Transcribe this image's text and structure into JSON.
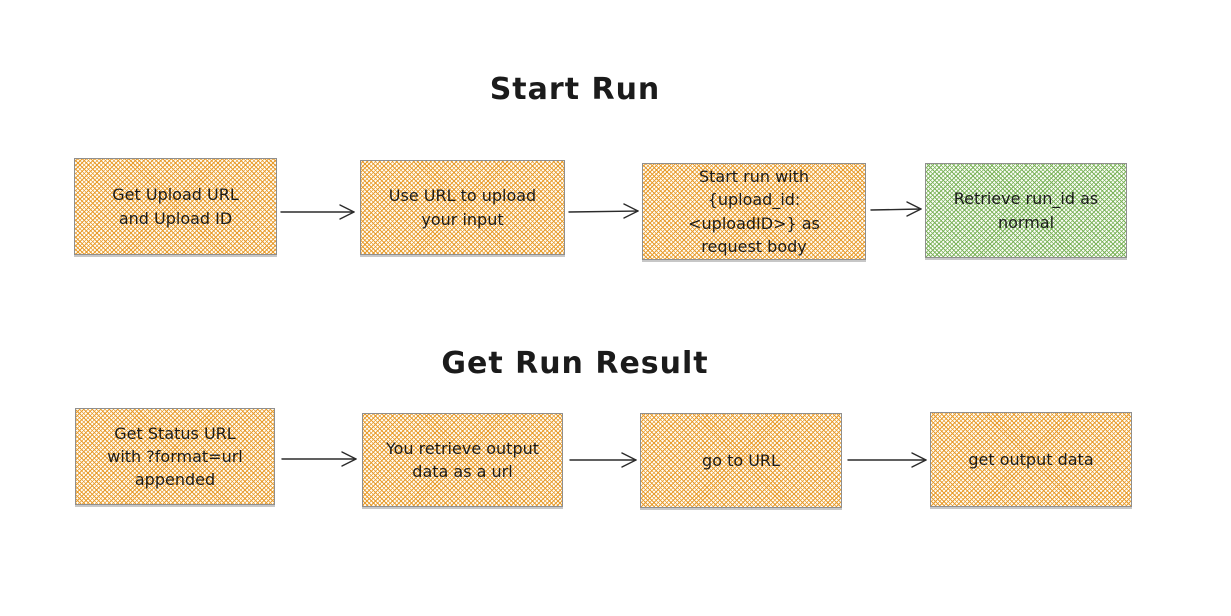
{
  "colors": {
    "box_hatch_orange": "#e89c2e",
    "box_hatch_green": "#7cb35a",
    "box_border": "#8f8f8f",
    "arrow": "#2b2b2b",
    "text": "#1b1b1b"
  },
  "flows": [
    {
      "title": "Start Run",
      "nodes": [
        {
          "label": "Get Upload URL and Upload ID",
          "style": "orange"
        },
        {
          "label": "Use URL to upload your input",
          "style": "orange"
        },
        {
          "label": "Start run with {upload_id: <uploadID>} as request body",
          "style": "orange"
        },
        {
          "label": "Retrieve run_id as normal",
          "style": "green"
        }
      ]
    },
    {
      "title": "Get Run Result",
      "nodes": [
        {
          "label": "Get Status URL with ?format=url appended",
          "style": "orange"
        },
        {
          "label": "You retrieve output data as a url",
          "style": "orange"
        },
        {
          "label": "go to URL",
          "style": "orange"
        },
        {
          "label": "get output data",
          "style": "orange"
        }
      ]
    }
  ]
}
